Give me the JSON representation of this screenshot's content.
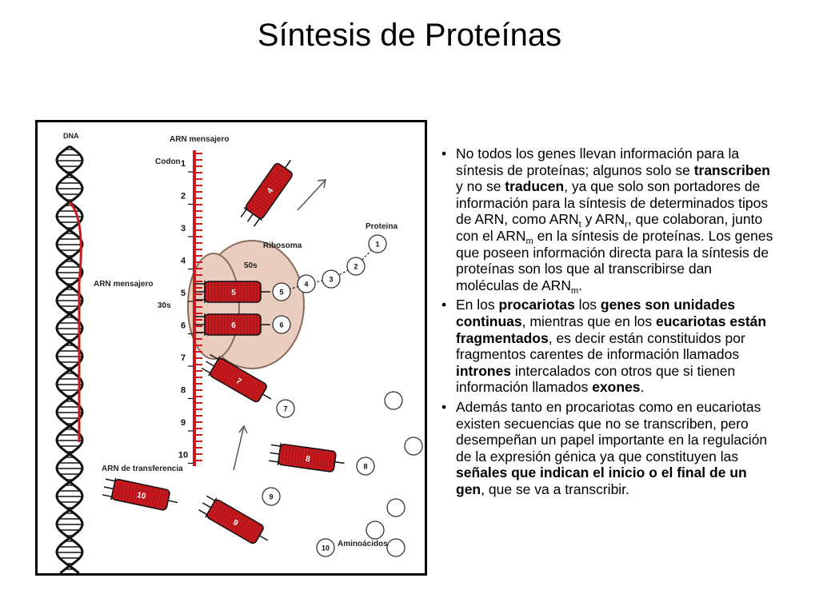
{
  "title": "Síntesis de Proteínas",
  "diagram": {
    "labels": {
      "dna": "DNA",
      "arn_mensajero_top": "ARN mensajero",
      "codon": "Codon",
      "arn_mensajero_left": "ARN mensajero",
      "ribosoma": "Ribosoma",
      "proteina": "Proteina",
      "s50": "50s",
      "s30": "30s",
      "arn_transferencia": "ARN de transferencia",
      "aminoacidos": "Aminoácidos"
    },
    "codon_numbers": [
      "1",
      "2",
      "3",
      "4",
      "5",
      "6",
      "7",
      "8",
      "9",
      "10"
    ],
    "trna_numbers": [
      "4",
      "5",
      "6",
      "7",
      "8",
      "9",
      "10"
    ],
    "aminoacid_numbers": [
      "1",
      "2",
      "3",
      "4",
      "5",
      "6",
      "7",
      "8",
      "9",
      "10"
    ]
  },
  "text": {
    "bullet": "•",
    "p1": {
      "a": "No todos los genes llevan información para la síntesis de proteínas; algunos solo se ",
      "b1": "transcriben",
      "c": " y no se ",
      "b2": "traducen",
      "d": ", ya que solo son portadores de información para la síntesis de determinados tipos de ARN, como ARN",
      "sub1": "t",
      "e": "  y ARN",
      "sub2": "r",
      "f": ", que colaboran, junto con el ARN",
      "sub3": "m",
      "g": " en la síntesis de proteínas. Los genes que poseen información directa para la síntesis de proteínas son los que al transcribirse dan moléculas de ARN",
      "sub4": "m",
      "h": "."
    },
    "p2": {
      "a": "En los ",
      "b1": "procariotas",
      "c": " los ",
      "b2": "genes son unidades continuas",
      "d": ", mientras que en los ",
      "b3": "eucariotas están fragmentados",
      "e": ", es decir están constituidos por fragmentos carentes de información llamados ",
      "b4": "intrones",
      "f": " intercalados con otros que si tienen información llamados ",
      "b5": "exones",
      "g": "."
    },
    "p3": {
      "a": "Además tanto en procariotas como en eucariotas existen secuencias que no se transcriben, pero desempeñan un papel importante en la regulación de la expresión génica ya que constituyen las ",
      "b1": "señales que indican el inicio o el final de un gen",
      "c": ", que se va a transcribir."
    }
  },
  "colors": {
    "rna_red": "#c8191e",
    "ribosome": "#e9cdbf",
    "ribosome_stroke": "#8a6a5e"
  }
}
